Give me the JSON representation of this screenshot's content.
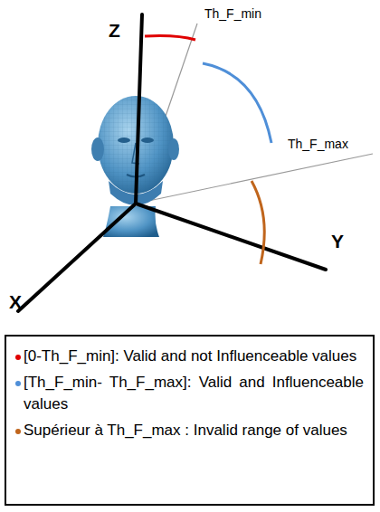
{
  "diagram": {
    "labels": [
      "Z",
      "Th_F_min",
      "Th_F_max",
      "Y",
      "X"
    ],
    "legend": [
      {
        "text": "[0-Th_F_min]: Valid and not Influenceable values",
        "color": "#e00000"
      },
      {
        "text": "[Th_F_min- Th_F_max]: Valid and Influenceable values",
        "color": "#4f8fd8"
      },
      {
        "text": "Supérieur à Th_F_max : Invalid range of values",
        "color": "#c0651c"
      }
    ]
  }
}
